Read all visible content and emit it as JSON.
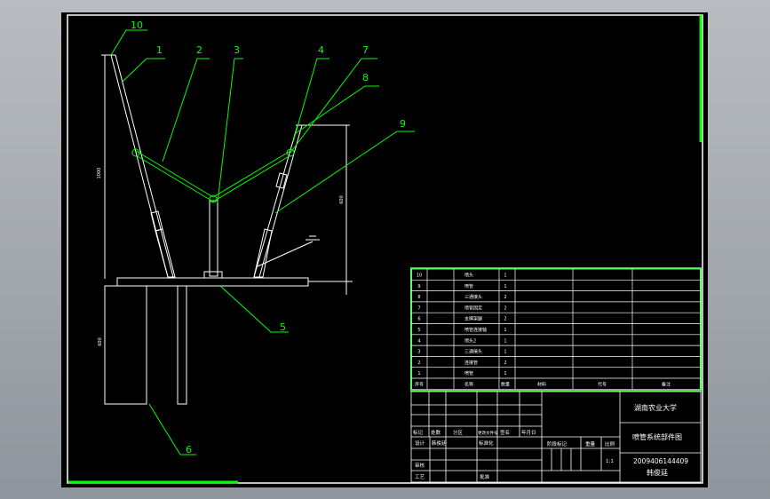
{
  "drawing": {
    "callouts": [
      "10",
      "1",
      "2",
      "3",
      "4",
      "7",
      "8",
      "9",
      "5",
      "6"
    ],
    "dimensions": {
      "height_total": "1000",
      "height_right": "600",
      "height_leg": "600"
    }
  },
  "parts_list": {
    "rows": [
      {
        "no": "10",
        "name": "喷头",
        "qty": "1"
      },
      {
        "no": "9",
        "name": "喷管",
        "qty": "1"
      },
      {
        "no": "8",
        "name": "三通接头",
        "qty": "2"
      },
      {
        "no": "7",
        "name": "喷管固定",
        "qty": "2"
      },
      {
        "no": "6",
        "name": "支撑架腿",
        "qty": "2"
      },
      {
        "no": "5",
        "name": "喷管连接轴",
        "qty": "1"
      },
      {
        "no": "4",
        "name": "喷头2",
        "qty": "1"
      },
      {
        "no": "3",
        "name": "三通接头",
        "qty": "1"
      },
      {
        "no": "2",
        "name": "连接管",
        "qty": "2"
      },
      {
        "no": "1",
        "name": "喷管",
        "qty": "1"
      }
    ],
    "header": {
      "no": "序号",
      "name": "名称",
      "qty": "数量",
      "material": "材料",
      "code": "代号",
      "note": "备注"
    }
  },
  "title_block": {
    "school": "湖南农业大学",
    "drawing_title": "喷管系统部件图",
    "drawing_number": "2009406144409",
    "author": "韩俊廷",
    "scale": "1:1",
    "labels": {
      "mark": "标记",
      "count": "处数",
      "zone": "分区",
      "change_doc": "更改文件号",
      "sign": "签名",
      "date": "年月日",
      "design": "设计",
      "standard": "标准化",
      "stage": "阶段标记",
      "weight": "重量",
      "ratio": "比例",
      "review": "审核",
      "process": "工艺",
      "approve": "批准",
      "designer": "韩俊廷"
    }
  },
  "colors": {
    "background": "#000000",
    "line": "#ffffff",
    "accent": "#00ff00"
  }
}
